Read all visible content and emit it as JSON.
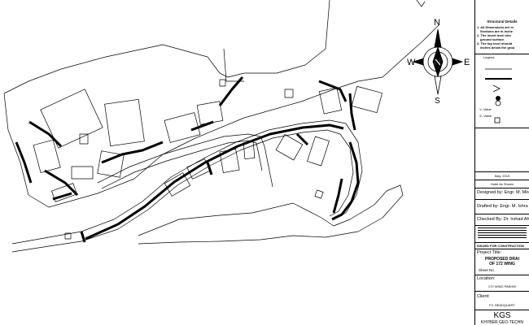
{
  "compass": {
    "n": "N",
    "s": "S",
    "e": "E",
    "w": "W",
    "center": "N"
  },
  "titleblock": {
    "structural_heading": "Structural Details",
    "notes": [
      "1. All Dimensions are in",
      "Sections are in inche",
      "2. The invert level sho",
      "ground surface.",
      "3. The top level should",
      "inches below the grou"
    ],
    "legend_label": "Legend",
    "legend_items": [
      "Y--Value",
      "X--Value"
    ],
    "date": "May, 2019",
    "footer_cell": "Hotel As Shown",
    "designed_by": "Designed by: Engr. M. Mira",
    "drafted_by": "Drafted by: Engr. M. Ishra",
    "checked_by": "Checked By: Dr. Irshad Ahm",
    "issued_for": "ISSUED FOR CONSTRUCTION",
    "project_title_label": "Project Title:",
    "project_title_line1": "PROPOSED DRAI",
    "project_title_line2": "OF 172 WING",
    "sheet_no": "Sheet No.",
    "location_label": "Location:",
    "location_value": "172 WING PAKHW",
    "client_label": "Client:",
    "client_value": "FC HEADQUART",
    "company_short": "KGS",
    "company_name": "KHYBER GEO-TECHN"
  }
}
